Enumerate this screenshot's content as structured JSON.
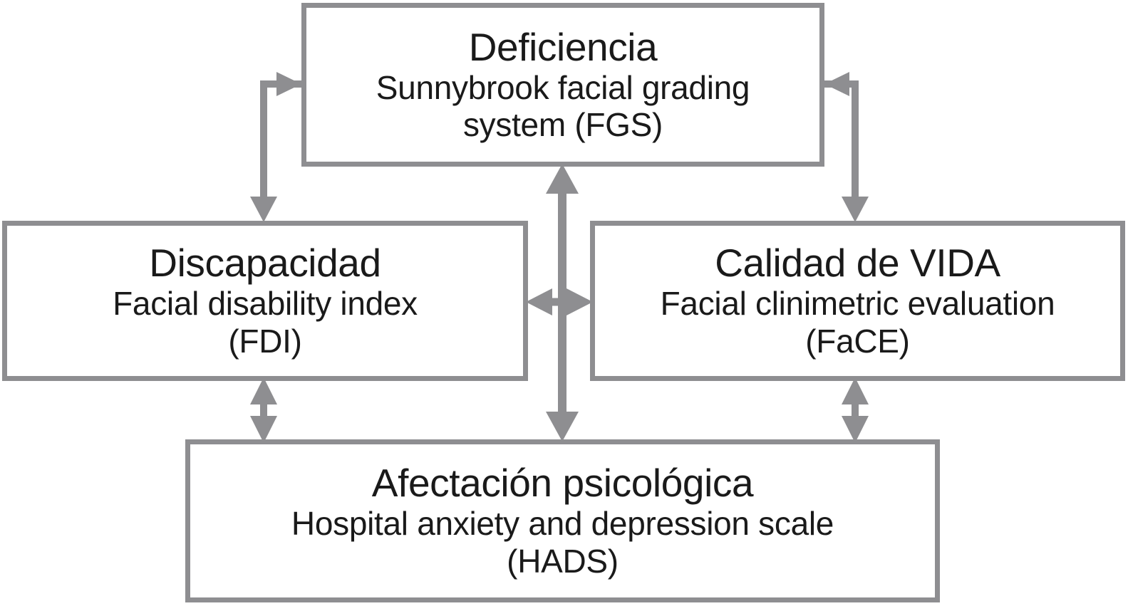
{
  "diagram": {
    "type": "flow-diagram",
    "background_color": "#ffffff",
    "box_border_color": "#8e8e91",
    "arrow_color": "#8e8e91",
    "text_color": "#1a1a1a",
    "nodes": [
      {
        "id": "deficiencia",
        "title": "Deficiencia",
        "subtitle_line1": "Sunnybrook facial grading",
        "subtitle_line2": "system (FGS)",
        "position": "top-center"
      },
      {
        "id": "discapacidad",
        "title": "Discapacidad",
        "subtitle_line1": "Facial disability index",
        "subtitle_line2": "(FDI)",
        "position": "middle-left"
      },
      {
        "id": "calidad",
        "title": "Calidad de VIDA",
        "subtitle_line1": "Facial clinimetric evaluation",
        "subtitle_line2": "(FaCE)",
        "position": "middle-right"
      },
      {
        "id": "afectacion",
        "title": "Afectación psicológica",
        "subtitle_line1": "Hospital anxiety and depression scale",
        "subtitle_line2": "(HADS)",
        "position": "bottom-center"
      }
    ],
    "connectors": [
      {
        "id": "deficiencia-discapacidad",
        "from": "deficiencia",
        "to": "discapacidad",
        "style": "elbow",
        "heads": "both"
      },
      {
        "id": "deficiencia-calidad",
        "from": "deficiencia",
        "to": "calidad",
        "style": "elbow",
        "heads": "both"
      },
      {
        "id": "deficiencia-afectacion",
        "from": "deficiencia",
        "to": "afectacion",
        "style": "straight-vertical",
        "heads": "both"
      },
      {
        "id": "discapacidad-calidad",
        "from": "discapacidad",
        "to": "calidad",
        "style": "straight-horizontal",
        "heads": "both"
      },
      {
        "id": "discapacidad-afectacion",
        "from": "discapacidad",
        "to": "afectacion",
        "style": "straight-vertical",
        "heads": "both"
      },
      {
        "id": "calidad-afectacion",
        "from": "calidad",
        "to": "afectacion",
        "style": "straight-vertical",
        "heads": "both"
      }
    ]
  }
}
